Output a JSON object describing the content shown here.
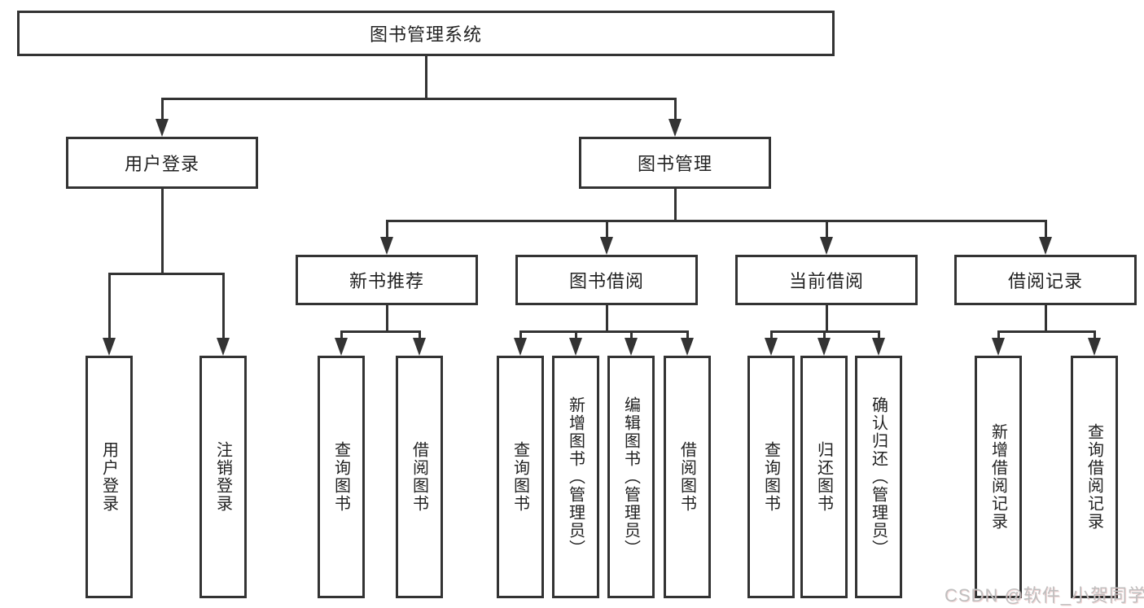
{
  "tree": {
    "root": {
      "label": "图书管理系统"
    },
    "branches": [
      {
        "label": "用户登录",
        "children": [
          {
            "label": "用户登录"
          },
          {
            "label": "注销登录"
          }
        ]
      },
      {
        "label": "图书管理",
        "children": [
          {
            "label": "新书推荐",
            "children": [
              {
                "label": "查询图书"
              },
              {
                "label": "借阅图书"
              }
            ]
          },
          {
            "label": "图书借阅",
            "children": [
              {
                "label": "查询图书"
              },
              {
                "label": "新增图书（管理员）"
              },
              {
                "label": "编辑图书（管理员）"
              },
              {
                "label": "借阅图书"
              }
            ]
          },
          {
            "label": "当前借阅",
            "children": [
              {
                "label": "查询图书"
              },
              {
                "label": "归还图书"
              },
              {
                "label": "确认归还（管理员）"
              }
            ]
          },
          {
            "label": "借阅记录",
            "children": [
              {
                "label": "新增借阅记录"
              },
              {
                "label": "查询借阅记录"
              }
            ]
          }
        ]
      }
    ]
  },
  "watermark": {
    "text": "CSDN @软件_小贺同学"
  },
  "colors": {
    "line": "#333333",
    "text": "#222222",
    "watermark": "#bfbfbf",
    "background": "#ffffff"
  }
}
